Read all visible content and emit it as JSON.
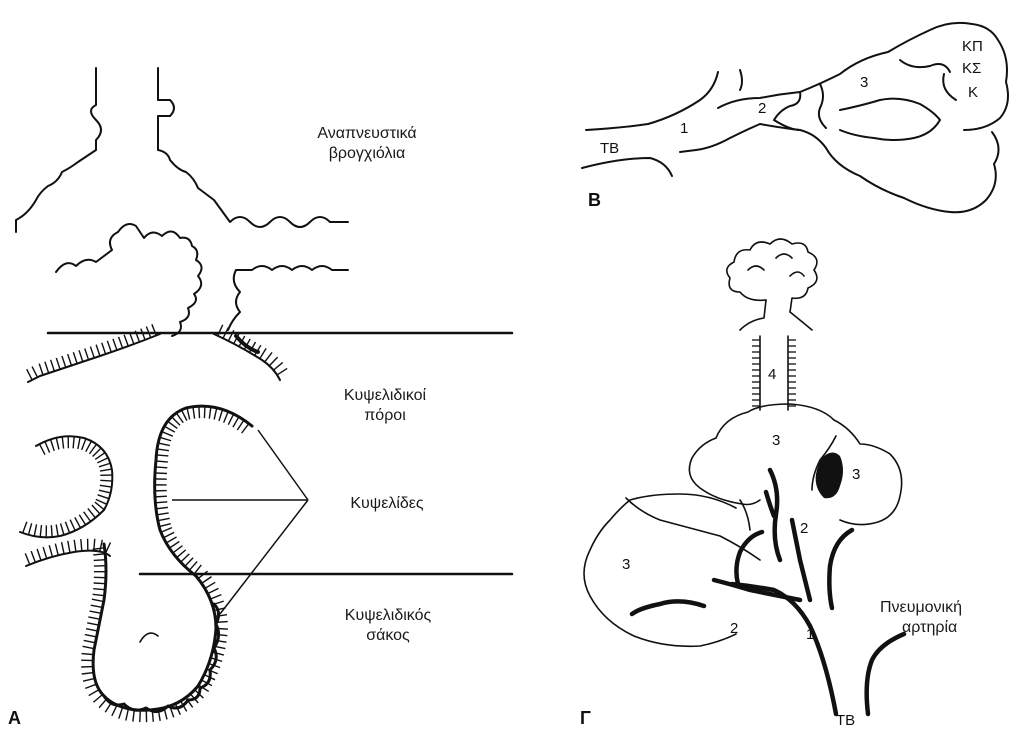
{
  "panels": {
    "a": "Α",
    "b": "Β",
    "g": "Γ"
  },
  "panel_a": {
    "respiratory_bronchioles": [
      "Αναπνευστικά",
      "βρογχιόλια"
    ],
    "alveolar_ducts": [
      "Κυψελιδικοί",
      "πόροι"
    ],
    "alveoli": "Κυψελίδες",
    "alveolar_sac": [
      "Κυψελιδικός",
      "σάκος"
    ]
  },
  "panel_b": {
    "tb": "ΤΒ",
    "n1": "1",
    "n2": "2",
    "n3": "3",
    "kp": "ΚΠ",
    "ks": "ΚΣ",
    "k": "Κ"
  },
  "panel_g": {
    "n4": "4",
    "n3_top": "3",
    "n3_right": "3",
    "n3_left": "3",
    "n2_mid": "2",
    "n2_low": "2",
    "n1": "1",
    "tb": "ΤΒ",
    "pulmonary_artery": [
      "Πνευμονική",
      "αρτηρία"
    ]
  }
}
